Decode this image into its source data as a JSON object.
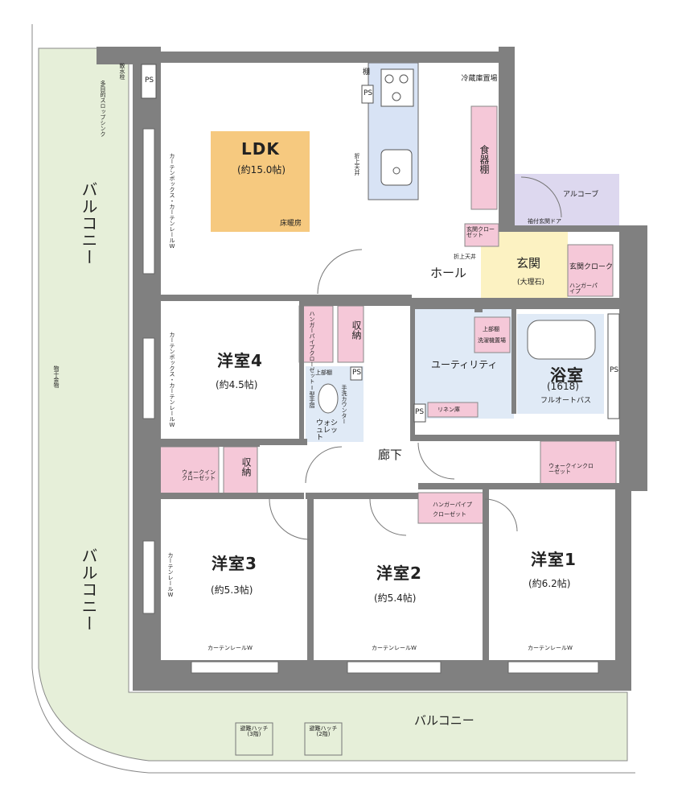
{
  "rooms": {
    "ldk": {
      "name": "LDK",
      "size": "(約15.0帖)",
      "floor_heating": "床暖房"
    },
    "room4": {
      "name": "洋室4",
      "size": "(約4.5帖)"
    },
    "room3": {
      "name": "洋室3",
      "size": "(約5.3帖)"
    },
    "room2": {
      "name": "洋室2",
      "size": "(約5.4帖)"
    },
    "room1": {
      "name": "洋室1",
      "size": "(約6.2帖)"
    },
    "bath": {
      "name": "浴室",
      "code": "(1618)",
      "note": "フルオートバス"
    },
    "utility": {
      "name": "ユーティリティ"
    },
    "entrance": {
      "name": "玄関",
      "note": "(大理石)"
    },
    "hall": {
      "name": "ホール"
    },
    "corridor": {
      "name": "廊下"
    },
    "toilet": {
      "name": "ウォシュレット"
    },
    "alcove": {
      "name": "アルコーブ"
    }
  },
  "storage": {
    "fridge": "冷蔵庫置場",
    "cupboard": "食器棚",
    "entrance_closet": "玄関クローゼット",
    "entrance_cloak": "玄関クローク",
    "shelf": "棚",
    "hanger_pipe": "ハンガーパイプ",
    "closet": "クローゼット",
    "hanger_closet": "ハンガーパイプクローゼット",
    "storage": "収納",
    "walkin": "ウォークインクローゼット",
    "upper_shelf": "上部棚",
    "washer": "洗濯機置場",
    "linen": "リネン庫",
    "hand_counter": "手洗カウンター",
    "handrail": "I型手摺"
  },
  "labels": {
    "ps": "PS",
    "balcony": "バルコニー",
    "curtain_box": "カーテンボックス・カーテンレールW",
    "curtain_rail": "カーテンレールW",
    "folded_ceiling": "折上天井",
    "door_closer": "袖付玄関ドア",
    "hatch3": "避難ハッチ(3階)",
    "hatch2": "避難ハッチ(2階)",
    "laundry_hardware": "物干金物",
    "faucet": "散水栓",
    "multi_sink": "多目的スロップシンク"
  },
  "colors": {
    "wall": "#808080",
    "balcony": "#e6efd9",
    "ldk_highlight": "#f6c97f",
    "kitchen": "#d8e3f5",
    "storage_pink": "#f5c8d8",
    "entrance": "#fcf2c2",
    "alcove": "#ddd8ef",
    "wet_area": "#e0eaf6"
  }
}
